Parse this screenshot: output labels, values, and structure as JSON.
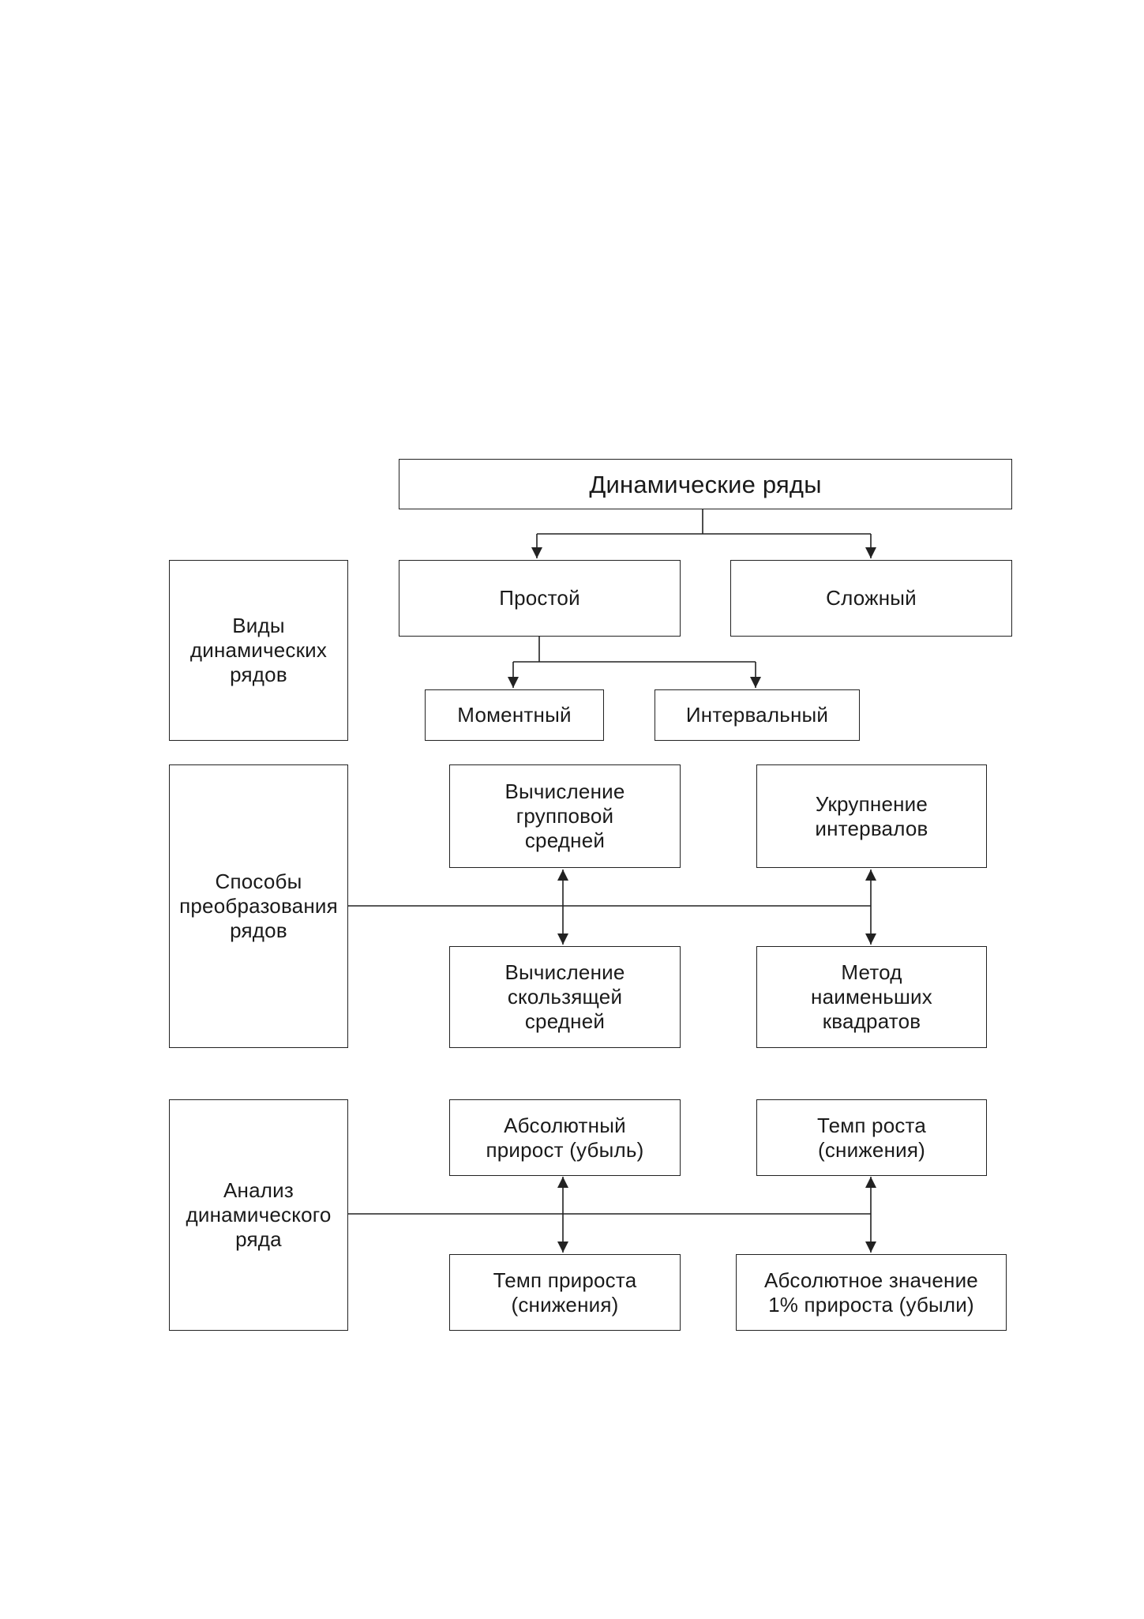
{
  "colors": {
    "line": "#222222",
    "text": "#1a1a1a",
    "background": "#ffffff"
  },
  "diagram": {
    "root": {
      "lines": [
        "Динамические ряды"
      ]
    },
    "types": {
      "category": {
        "lines": [
          "Виды",
          "динамических",
          "рядов"
        ]
      },
      "simple": {
        "lines": [
          "Простой"
        ]
      },
      "complex": {
        "lines": [
          "Сложный"
        ]
      },
      "moment": {
        "lines": [
          "Моментный"
        ]
      },
      "interval": {
        "lines": [
          "Интервальный"
        ]
      }
    },
    "transform": {
      "category": {
        "lines": [
          "Способы",
          "преобразования",
          "рядов"
        ]
      },
      "group_mean": {
        "lines": [
          "Вычисление",
          "групповой",
          "средней"
        ]
      },
      "interval_enlarge": {
        "lines": [
          "Укрупнение",
          "интервалов"
        ]
      },
      "moving_mean": {
        "lines": [
          "Вычисление",
          "скользящей",
          "средней"
        ]
      },
      "least_squares": {
        "lines": [
          "Метод",
          "наименьших",
          "квадратов"
        ]
      }
    },
    "analysis": {
      "category": {
        "lines": [
          "Анализ",
          "динамического",
          "ряда"
        ]
      },
      "abs_growth": {
        "lines": [
          "Абсолютный",
          "прирост (убыль)"
        ]
      },
      "growth_rate": {
        "lines": [
          "Темп роста",
          "(снижения)"
        ]
      },
      "increase_rate": {
        "lines": [
          "Темп прироста",
          "(снижения)"
        ]
      },
      "one_percent_value": {
        "lines": [
          "Абсолютное значение",
          "1% прироста (убыли)"
        ]
      }
    }
  }
}
